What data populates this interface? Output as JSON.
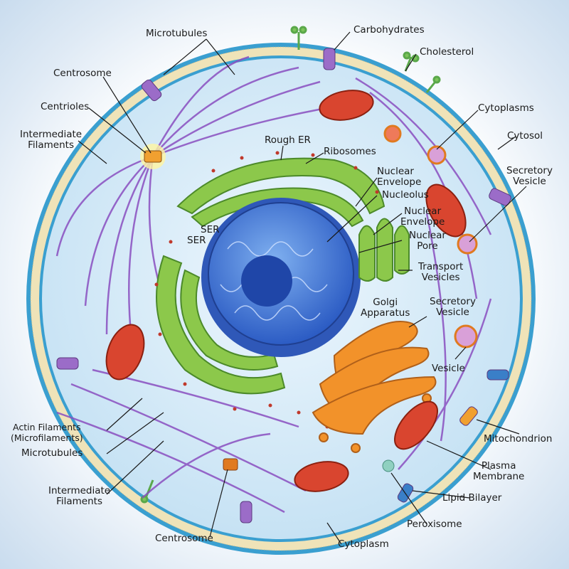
{
  "diagram": {
    "type": "animal cell anatomy",
    "colors": {
      "membrane_head": "#3a9fd0",
      "membrane_tail": "#efe3b8",
      "cytoplasm": "#d6ebf8",
      "nucleus": "#3d6fd4",
      "er": "#8cc84b",
      "golgi": "#f2922a",
      "mitochondrion": "#d9452f",
      "filament": "#8a4fc0"
    },
    "labels": {
      "microtubules_top": "Microtubules",
      "carbohydrates": "Carbohydrates",
      "cholesterol": "Cholesterol",
      "centrosome_top": "Centrosome",
      "centrioles": "Centrioles",
      "cytoplasms": "Cytoplasms",
      "intermediate_filaments_top": [
        "Intermediate",
        "Filaments"
      ],
      "cytosol": "Cytosol",
      "rough_er": "Rough ER",
      "ribosomes": "Ribosomes",
      "secretory_vesicle_right": [
        "Secretory",
        "Vesicle"
      ],
      "nuclear_envelope_1": [
        "Nuclear",
        "Envelope"
      ],
      "nucleolus": "Nucleolus",
      "nuclear_envelope_2": [
        "Nuclear",
        "Envelope"
      ],
      "ser_1": "SER",
      "ser_2": "SER",
      "nuclear_pore": [
        "Nuclear",
        "Pore"
      ],
      "transport_vesicles": [
        "Transport",
        "Vesicles"
      ],
      "golgi_apparatus": [
        "Golgi",
        "Apparatus"
      ],
      "secretory_vesicle_mid": [
        "Secretory",
        "Vesicle"
      ],
      "vesicle": "Vesicle",
      "actin_filaments": [
        "Actin Filaments",
        "(Microfilaments)"
      ],
      "microtubules_bottom": "Microtubules",
      "mitochondrion": "Mitochondrion",
      "plasma_membrane": [
        "Plasma",
        "Membrane"
      ],
      "intermediate_filaments_bottom": [
        "Intermediate",
        "Filaments"
      ],
      "lipid_bilayer": "Lipid Bilayer",
      "peroxisome": "Peroxisome",
      "centrosome_bottom": "Centrosome",
      "cytoplasm": "Cytoplasm"
    }
  }
}
